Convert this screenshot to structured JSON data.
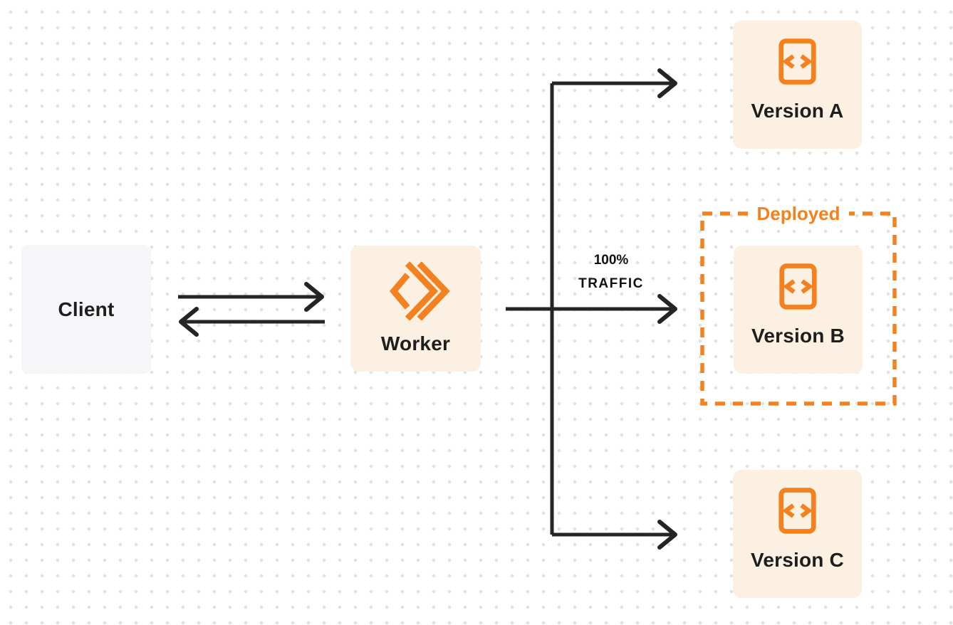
{
  "nodes": {
    "client": {
      "label": "Client"
    },
    "worker": {
      "label": "Worker"
    },
    "version_a": {
      "label": "Version A"
    },
    "version_b": {
      "label": "Version B"
    },
    "version_c": {
      "label": "Version C"
    }
  },
  "annotations": {
    "deployed": "Deployed",
    "traffic_line1": "100%",
    "traffic_line2": "TRAFFIC"
  },
  "icons": {
    "worker_icon": "cloudflare-workers-logo",
    "version_icon": "code-file"
  },
  "colors": {
    "orange": "#F48120",
    "cream": "#FBF0E1",
    "client_bg": "#F6F6F8",
    "line": "#242424",
    "text": "#1E1E1E",
    "dot": "#E2E0E3",
    "background": "#FFFFFF"
  }
}
